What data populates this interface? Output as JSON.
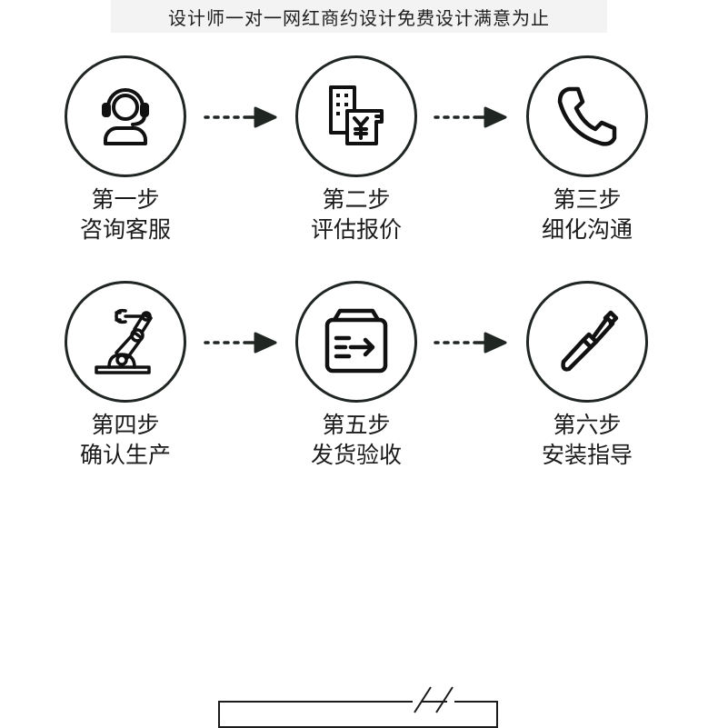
{
  "banner": {
    "text": "设计师一对一网红商约设计免费设计满意为止"
  },
  "steps": [
    {
      "num": "第一步",
      "title": "咨询客服",
      "icon": "customer-service-headset-icon"
    },
    {
      "num": "第二步",
      "title": "评估报价",
      "icon": "building-price-icon"
    },
    {
      "num": "第三步",
      "title": "细化沟通",
      "icon": "phone-icon"
    },
    {
      "num": "第四步",
      "title": "确认生产",
      "icon": "robot-arm-icon"
    },
    {
      "num": "第五步",
      "title": "发货验收",
      "icon": "delivery-box-icon"
    },
    {
      "num": "第六步",
      "title": "安装指导",
      "icon": "screwdriver-icon"
    }
  ],
  "colors": {
    "accent": "#202722",
    "banner_bg": "#f3f3f3",
    "text": "#1b1b1b"
  }
}
